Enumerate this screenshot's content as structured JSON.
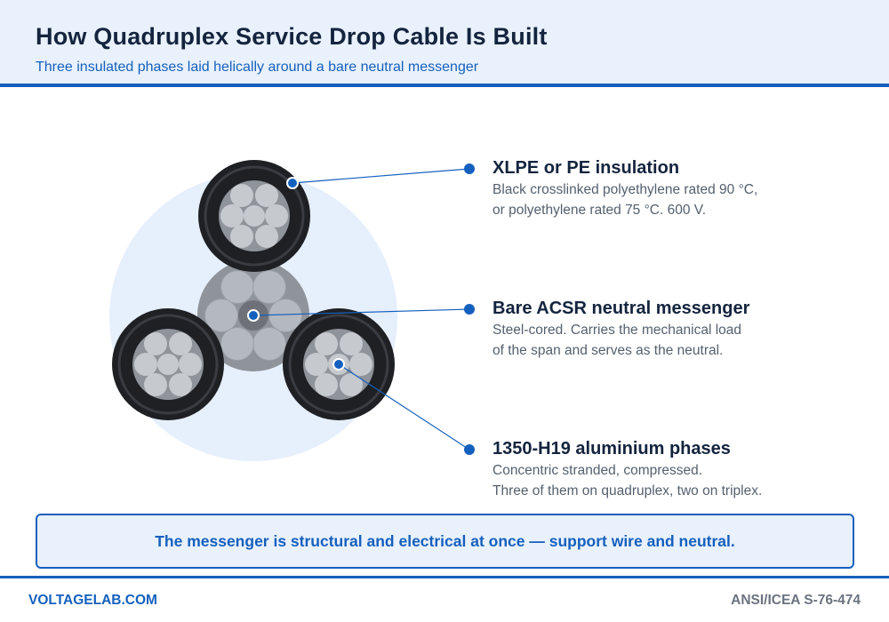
{
  "header": {
    "title": "How Quadruplex Service Drop Cable Is Built",
    "subtitle": "Three insulated phases laid helically around a bare neutral messenger"
  },
  "diagram": {
    "labels": [
      {
        "title": "XLPE or PE insulation",
        "desc": [
          "Black crosslinked polyethylene rated 90 °C,",
          "or polyethylene rated 75 °C. 600 V."
        ]
      },
      {
        "title": "Bare ACSR neutral messenger",
        "desc": [
          "Steel-cored. Carries the mechanical load",
          "of the span and serves as the neutral."
        ]
      },
      {
        "title": "1350-H19 aluminium phases",
        "desc": [
          "Concentric stranded, compressed.",
          "Three of them on quadruplex, two on triplex."
        ]
      }
    ],
    "colors": {
      "accent": "#1560bd",
      "insulation": "#1f2024",
      "conductor_strand": "#c6c9ce",
      "messenger_strand": "#b4b8bf",
      "messenger_core": "#6e7178",
      "halo": "#e6effc"
    }
  },
  "callout": {
    "text": "The messenger is structural and electrical at once — support wire and neutral."
  },
  "footer": {
    "left": "VOLTAGELAB.COM",
    "right": "ANSI/ICEA S-76-474"
  }
}
